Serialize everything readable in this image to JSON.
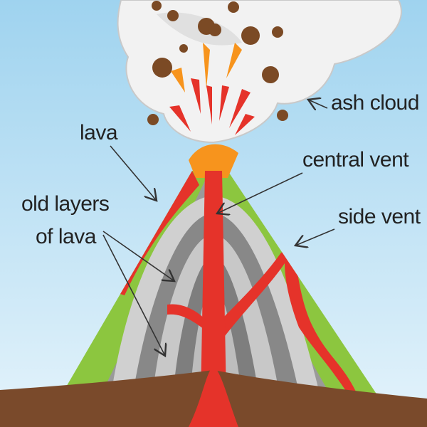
{
  "diagram": {
    "labels": {
      "ash_cloud": "ash cloud",
      "lava": "lava",
      "central_vent": "central vent",
      "old_layers_line1": "old layers",
      "old_layers_line2": "of lava",
      "side_vent": "side vent"
    },
    "colors": {
      "sky_top": "#9fd3ef",
      "sky_bottom": "#e4f3fb",
      "cloud": "#f2f2f2",
      "rock": "#7b4a25",
      "lava_red": "#e5332a",
      "lava_orange": "#f7941d",
      "green_layer": "#8cc63f",
      "ground": "#7a4a2b"
    }
  }
}
